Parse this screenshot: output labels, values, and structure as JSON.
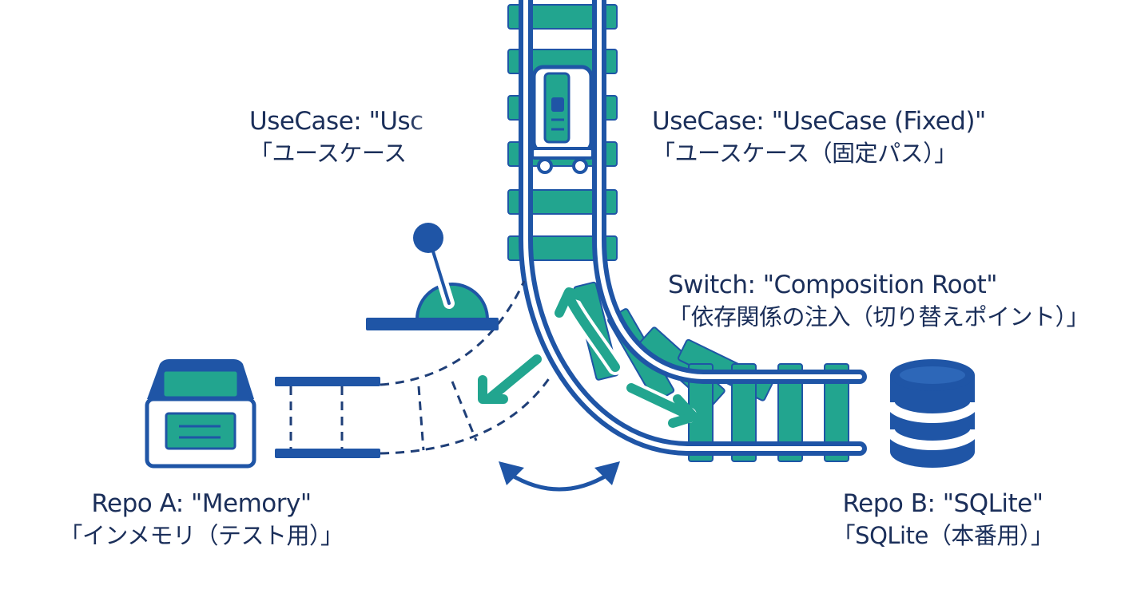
{
  "labels": {
    "usecase_faded": {
      "line1": "UseCase: \"Usc",
      "line2": "「ユースケース"
    },
    "usecase_fixed": {
      "line1": "UseCase: \"UseCase (Fixed)\"",
      "line2": "「ユースケース（固定パス）」"
    },
    "switch": {
      "line1": "Switch: \"Composition Root\"",
      "line2": "「依存関係の注入（切り替えポイント）」"
    },
    "repo_a": {
      "line1": "Repo A: \"Memory\"",
      "line2": "「インメモリ（テスト用）」"
    },
    "repo_b": {
      "line1": "Repo B: \"SQLite\"",
      "line2": "「SQLite（本番用）」"
    }
  },
  "colors": {
    "navy": "#1f55a6",
    "teal": "#22a58f",
    "text": "#1b2f5a",
    "dashed": "#1f3f78"
  },
  "icons": [
    "train-car-icon",
    "switch-lever-icon",
    "storage-box-icon",
    "database-icon",
    "double-arrow-icon"
  ]
}
